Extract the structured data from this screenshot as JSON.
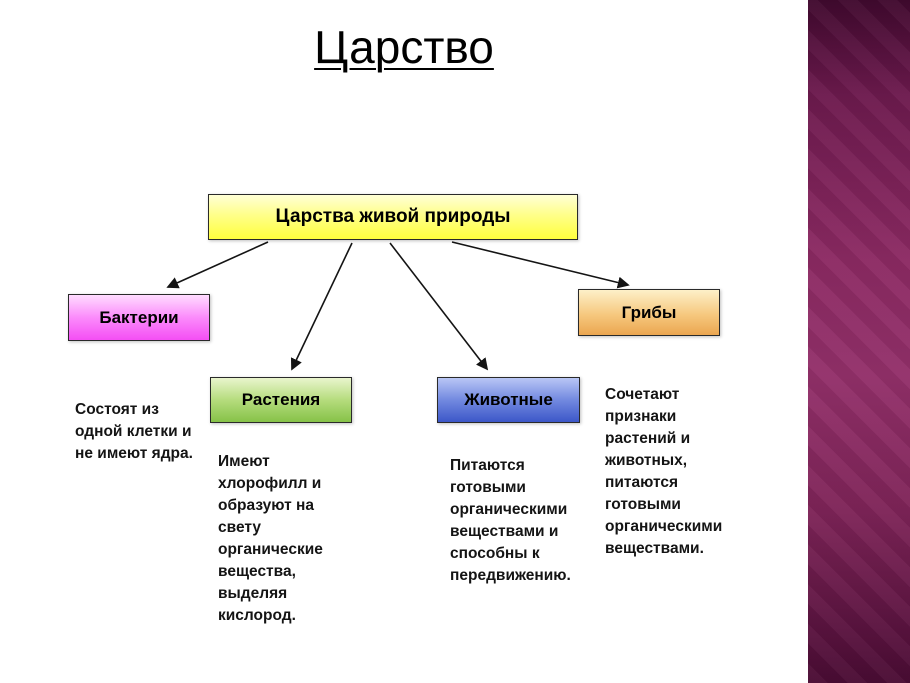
{
  "title": "Царство",
  "root": {
    "label": "Царства живой природы",
    "fill": "#ffff3d"
  },
  "kingdoms": [
    {
      "label": "Бактерии",
      "description": "Состоят из одной клетки и не имеют ядра.",
      "fill": "#f44ef4"
    },
    {
      "label": "Растения",
      "description": "Имеют хлорофилл и образуют на свету органические вещества, выделяя кислород.",
      "fill": "#86c248"
    },
    {
      "label": "Животные",
      "description": "Питаются готовыми органическими веществами и способны к передвижению.",
      "fill": "#3c57c8"
    },
    {
      "label": "Грибы",
      "description": "Сочетают признаки растений и животных, питаются готовыми органическими веществами.",
      "fill": "#eba650"
    }
  ],
  "decor": {
    "stripe_color": "#8c2a63"
  }
}
